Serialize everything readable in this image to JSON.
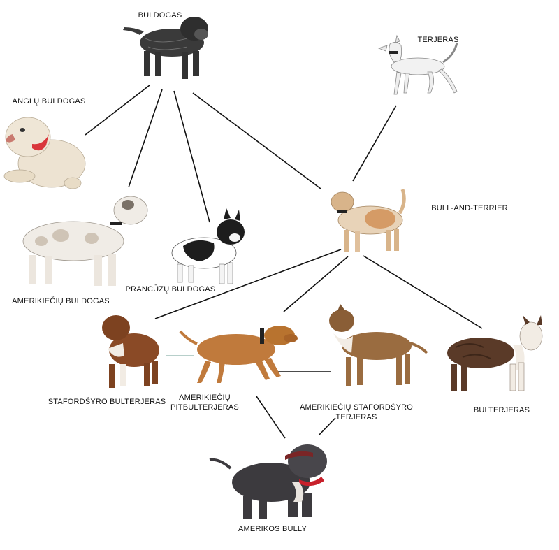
{
  "labels": {
    "buldogas": "BULDOGAS",
    "terjeras": "TERJERAS",
    "anglu_buldogas": "ANGLŲ BULDOGAS",
    "bull_and_terrier": "BULL-AND-TERRIER",
    "amerikieciu_buldogas": "AMERIKIEČIŲ BULDOGAS",
    "prancuzu_buldogas": "PRANCŪZŲ BULDOGAS",
    "stafordsyro_bulterjeras": "STAFORDŠYRO BULTERJERAS",
    "amerikieciu_pitbulterjeras": "AMERIKIEČIŲ\nPITBULTERJERAS",
    "amerikieciu_stafordsyro_terjeras": "AMERIKIEČIŲ STAFORDŠYRO\nTERJERAS",
    "bulterjeras": "BULTERJERAS",
    "amerikos_bully": "AMERIKOS BULLY"
  },
  "colors": {
    "line": "#111111",
    "pit_link": "#9fbfb8",
    "buldogas": "#3a3a3a",
    "terjeras": "#f2f2f2",
    "anglu_buldogas": "#ede3d2",
    "bull_and_terrier": "#d8b48a",
    "amerikieciu_buldogas": "#f0ece6",
    "prancuzu_buldogas": "#1d1d1d",
    "stafordsyro_bulterjeras": "#8a4a26",
    "amerikieciu_pitbulterjeras": "#c07a3c",
    "amerikieciu_stafordsyro_terjeras": "#9a6c40",
    "bulterjeras": "#5a3a28",
    "amerikos_bully": "#3c3a3e"
  }
}
